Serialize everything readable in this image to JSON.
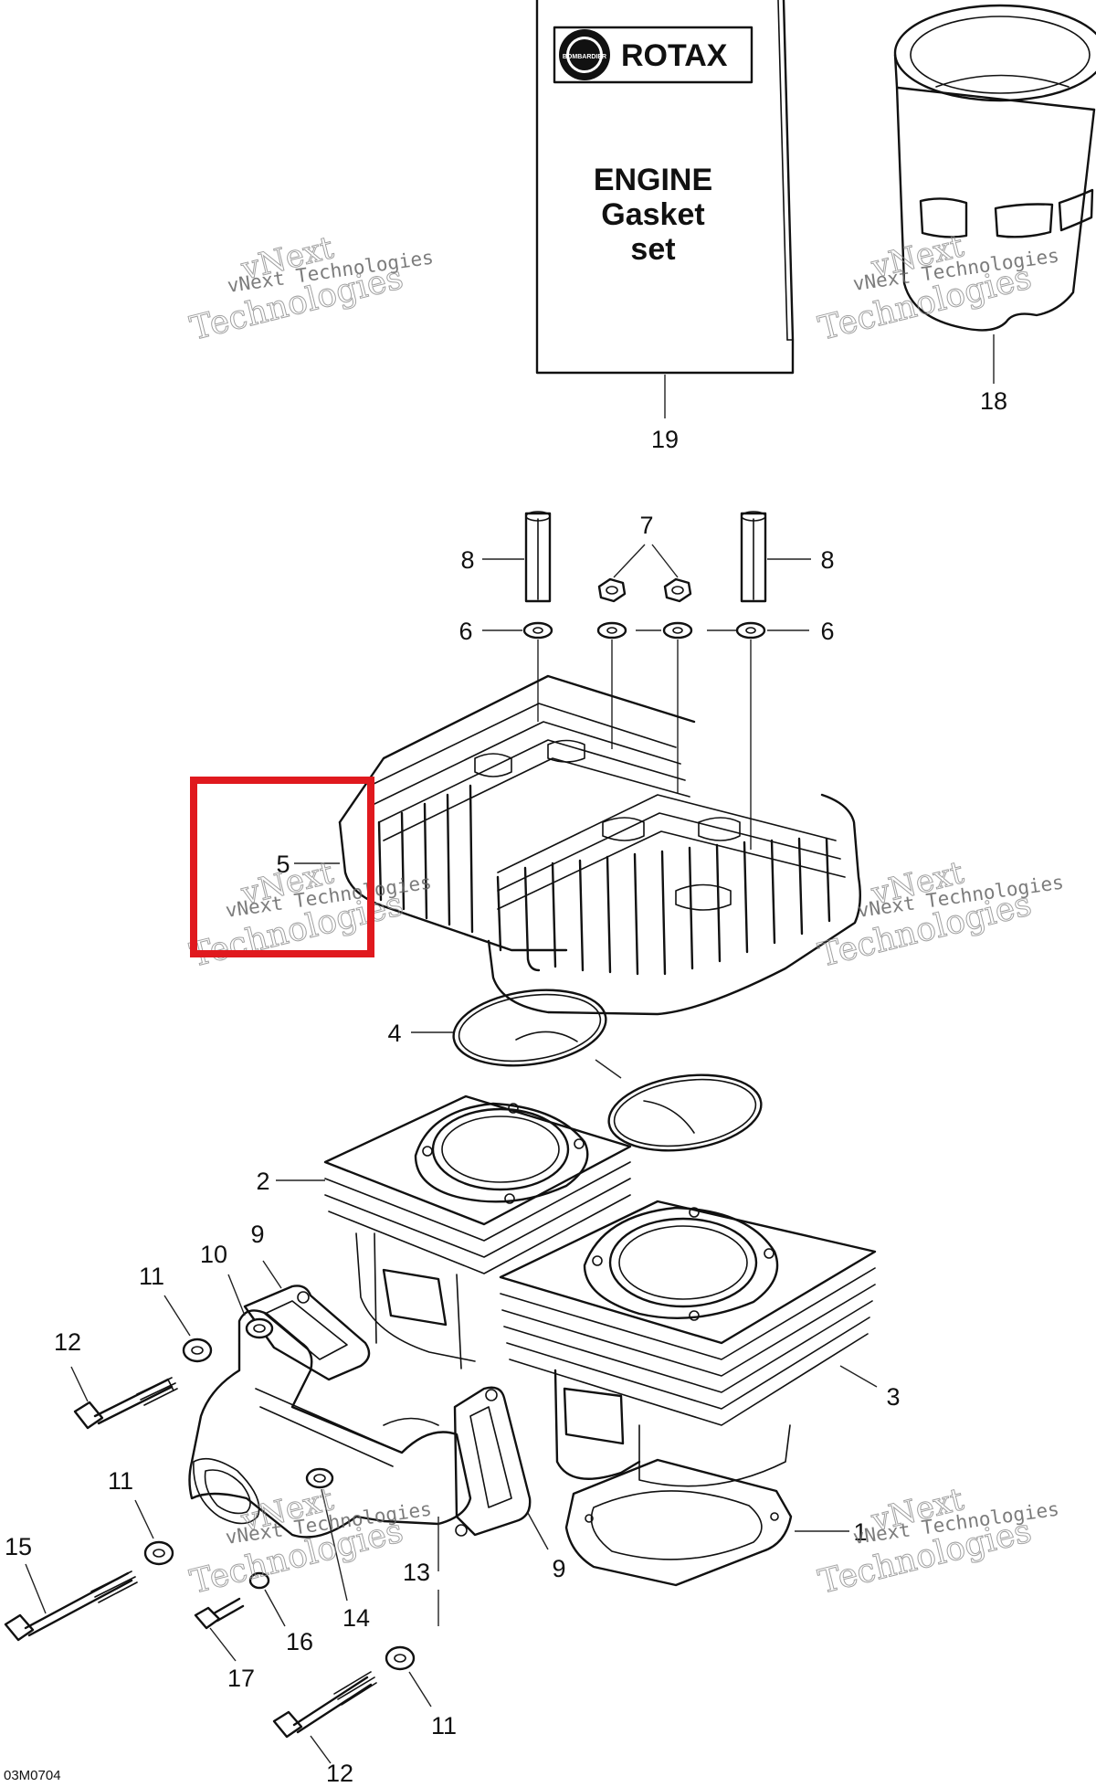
{
  "gasket_box": {
    "brand_logo": "BOMBARDIER",
    "brand": "ROTAX",
    "line1": "ENGINE",
    "line2": "Gasket",
    "line3": "set"
  },
  "callouts": {
    "c1": "1",
    "c2": "2",
    "c3": "3",
    "c4": "4",
    "c5": "5",
    "c6a": "6",
    "c6b": "6",
    "c7": "7",
    "c8a": "8",
    "c8b": "8",
    "c9a": "9",
    "c9b": "9",
    "c10": "10",
    "c11a": "11",
    "c11b": "11",
    "c11c": "11",
    "c12a": "12",
    "c12b": "12",
    "c13": "13",
    "c14": "14",
    "c15": "15",
    "c16": "16",
    "c17": "17",
    "c18": "18",
    "c19": "19"
  },
  "watermark": {
    "line1": "vNext Technologies",
    "overlay": "vNext",
    "overlay2": "Technologies"
  },
  "drawing_code": "03M0704",
  "highlight": {
    "color": "#e0191e",
    "target": "5"
  }
}
